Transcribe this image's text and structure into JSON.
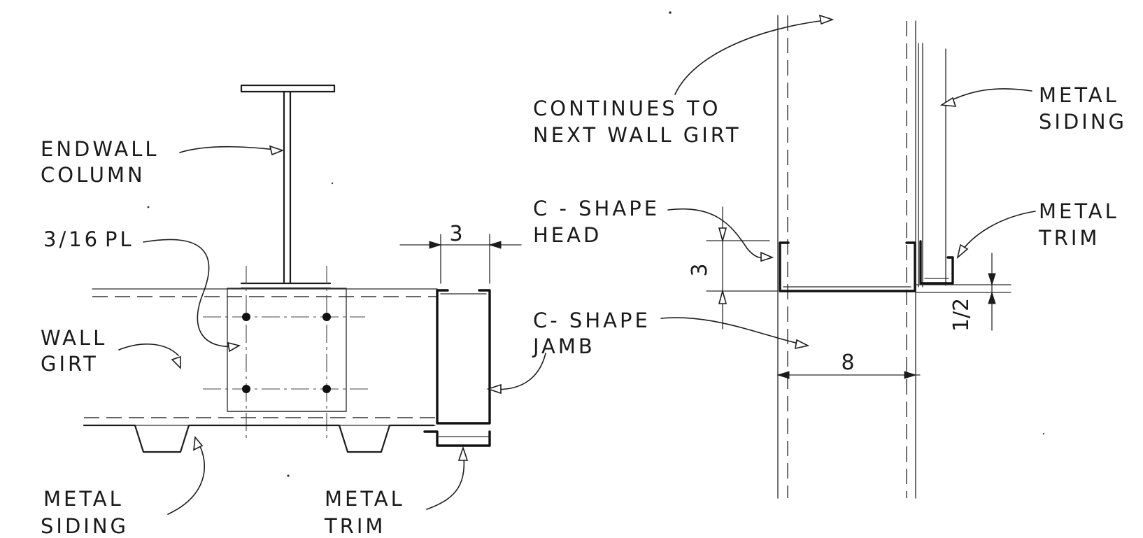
{
  "plan_view": {
    "endwall_column": {
      "line1": "ENDWALL",
      "line2": "COLUMN"
    },
    "plate": {
      "size": "3/16",
      "symbol": "PL"
    },
    "wall_girt": {
      "line1": "WALL",
      "line2": "GIRT"
    },
    "metal_siding": {
      "line1": "METAL",
      "line2": "SIDING"
    },
    "metal_trim": {
      "line1": "METAL",
      "line2": "TRIM"
    },
    "c_shape_jamb": {
      "line1": "C- SHAPE",
      "line2": "JAMB"
    },
    "dim_width": "3"
  },
  "section_view": {
    "continues": {
      "line1": "CONTINUES TO",
      "line2": "NEXT WALL GIRT"
    },
    "c_shape_head": {
      "line1": "C - SHAPE",
      "line2": "HEAD"
    },
    "metal_siding": {
      "line1": "METAL",
      "line2": "SIDING"
    },
    "metal_trim": {
      "line1": "METAL",
      "line2": "TRIM"
    },
    "dim_height": "3",
    "dim_width": "8",
    "dim_offset": "1/2"
  }
}
